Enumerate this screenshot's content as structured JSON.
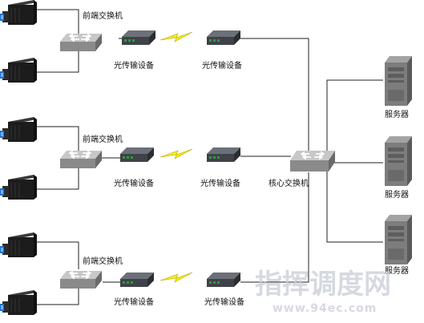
{
  "labels": {
    "front_switch": "前端交换机",
    "optical_device": "光传输设备",
    "core_switch": "核心交换机",
    "server": "服务器"
  },
  "watermark": {
    "main": "指挥调度网",
    "url": "www.94ec.com"
  },
  "groups": [
    {
      "id": "group-1",
      "cameras": 2,
      "front_switch": "前端交换机",
      "devices": [
        "光传输设备",
        "光传输设备"
      ]
    },
    {
      "id": "group-2",
      "cameras": 2,
      "front_switch": "前端交换机",
      "devices": [
        "光传输设备",
        "光传输设备"
      ]
    },
    {
      "id": "group-3",
      "cameras": 2,
      "front_switch": "前端交换机",
      "devices": [
        "光传输设备",
        "光传输设备"
      ]
    }
  ],
  "servers": [
    "服务器",
    "服务器",
    "服务器"
  ],
  "colors": {
    "camera_body": "#1c1c1c",
    "camera_lens": "#1f6fd0",
    "switch": "#9a9a9a",
    "device": "#4a4d54",
    "device_port": "#2f9a3a",
    "link_bolt": "#f2ee1a",
    "server": "#7d7d7d",
    "watermark": "#c9cdd6"
  },
  "icons": [
    "camera-icon",
    "switch-icon",
    "optical-device-icon",
    "lightning-link-icon",
    "server-icon"
  ]
}
